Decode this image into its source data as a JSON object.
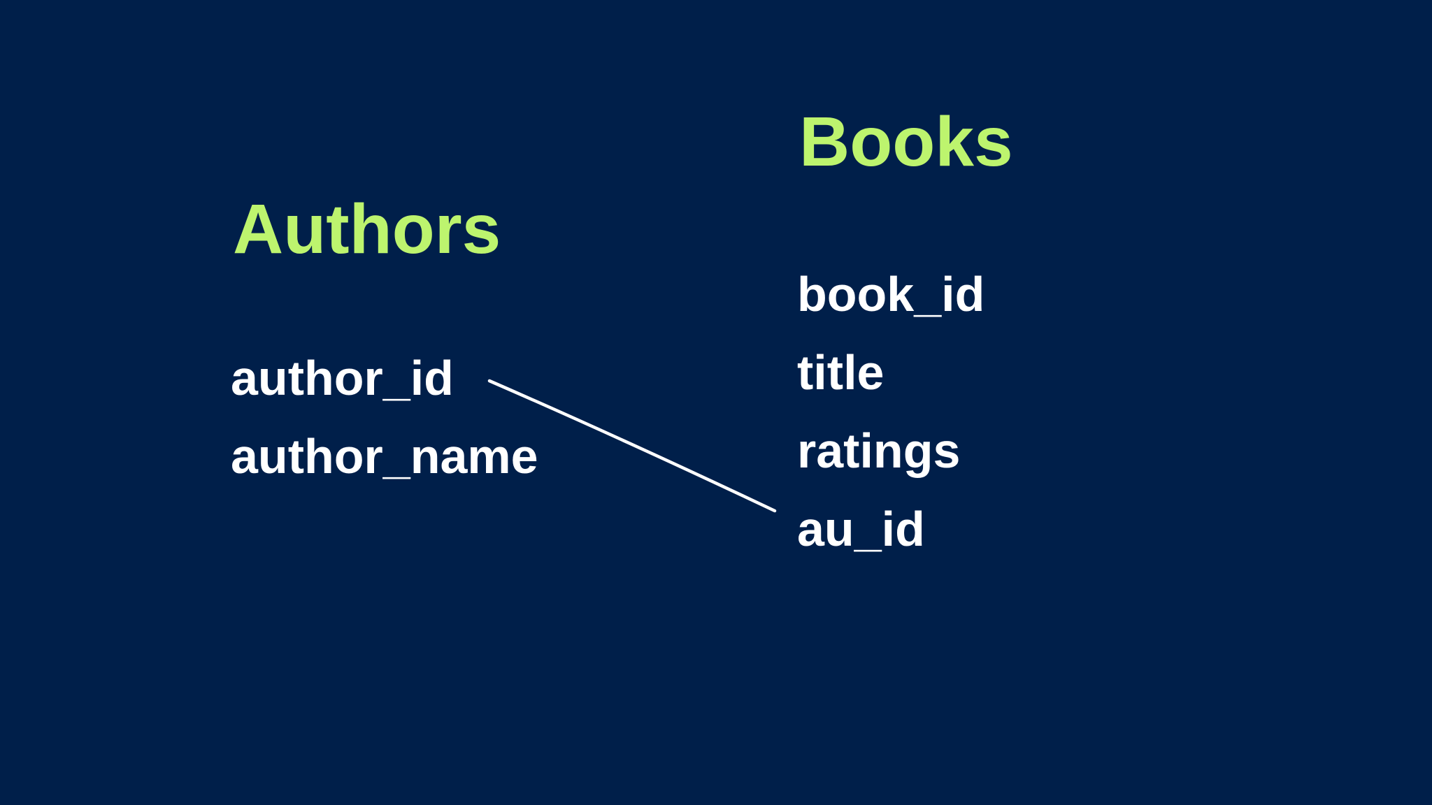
{
  "colors": {
    "background": "#001f4a",
    "table_title": "#bdf46e",
    "field_text": "#ffffff",
    "connector_line": "#ffffff"
  },
  "diagram": {
    "tables": [
      {
        "name": "Authors",
        "fields": [
          "author_id",
          "author_name"
        ]
      },
      {
        "name": "Books",
        "fields": [
          "book_id",
          "title",
          "ratings",
          "au_id"
        ]
      }
    ],
    "connector": {
      "from_table": "Authors",
      "from_field": "author_id",
      "to_table": "Books",
      "to_field": "au_id"
    }
  }
}
